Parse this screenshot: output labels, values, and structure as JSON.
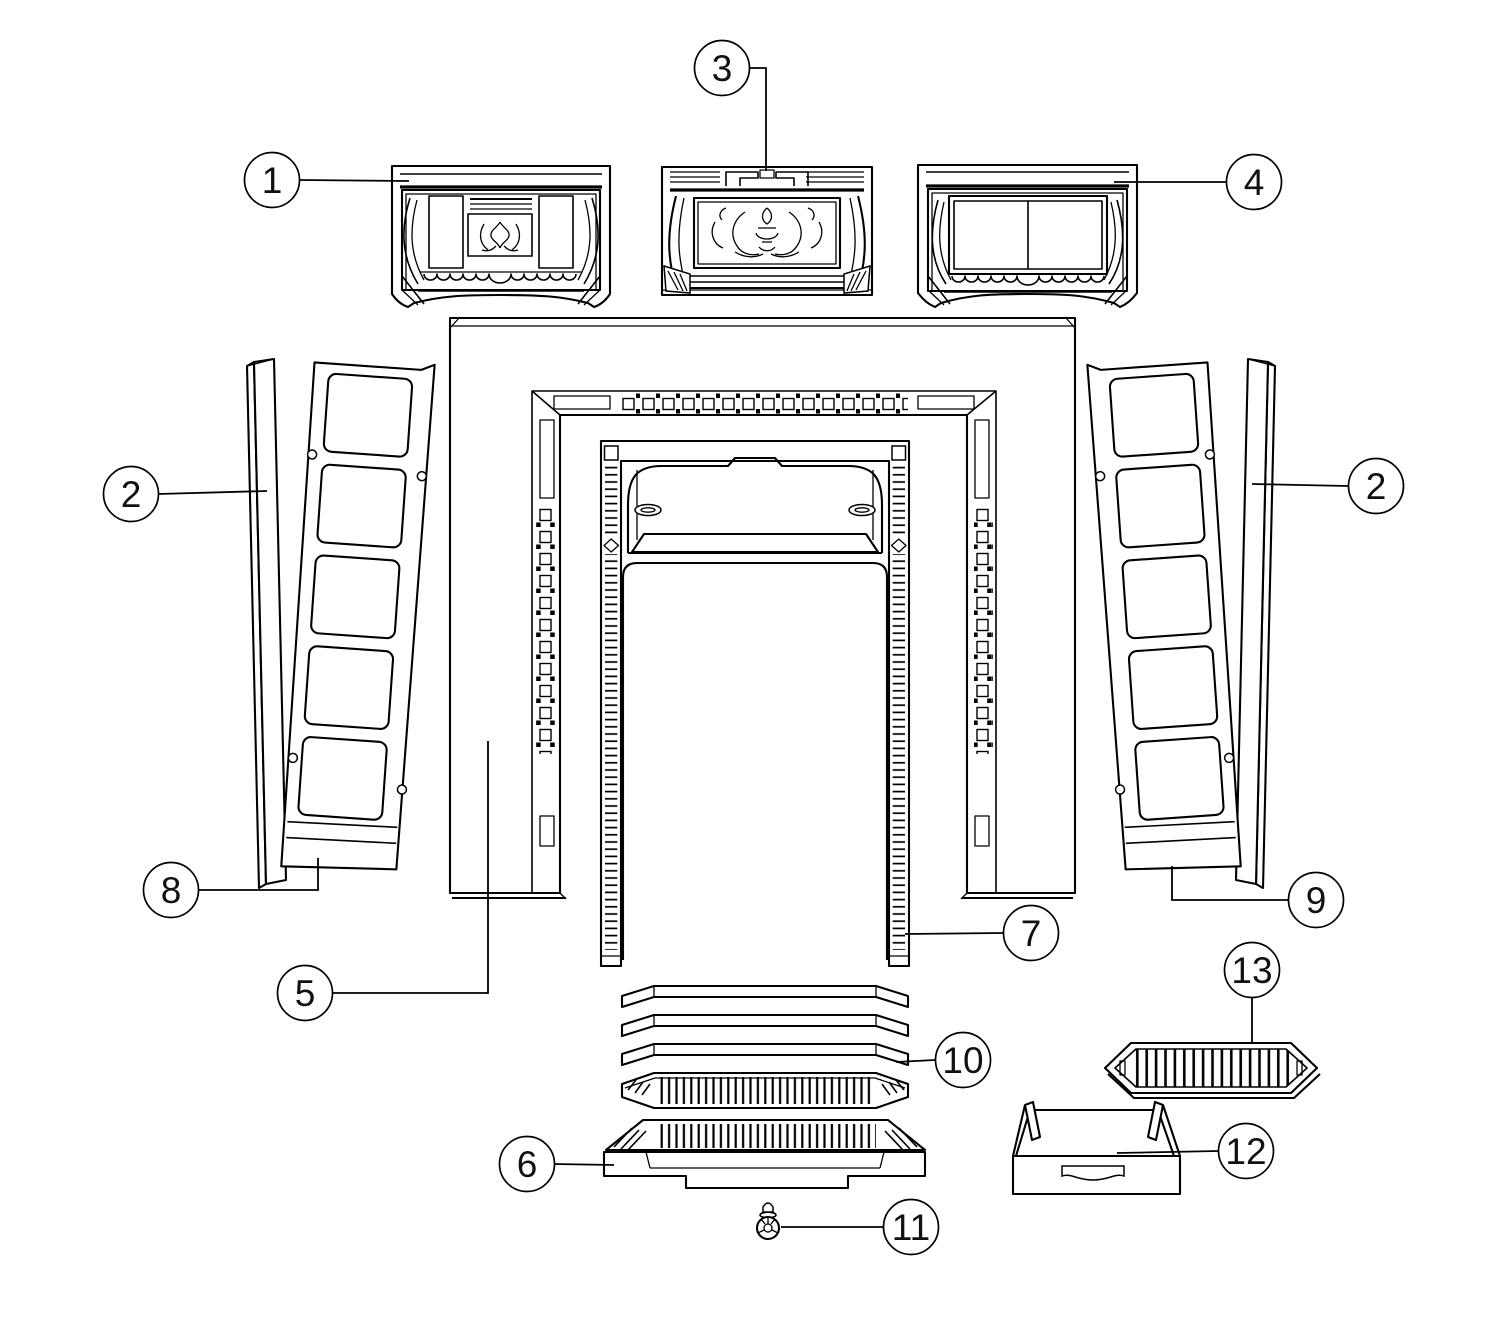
{
  "colors": {
    "background": "#ffffff",
    "panel_fill": "#d8d8d8",
    "line": "#000000"
  },
  "callouts": {
    "c1": {
      "label": "1"
    },
    "c2_left": {
      "label": "2"
    },
    "c2_right": {
      "label": "2"
    },
    "c3": {
      "label": "3"
    },
    "c4": {
      "label": "4"
    },
    "c5": {
      "label": "5"
    },
    "c6": {
      "label": "6"
    },
    "c7": {
      "label": "7"
    },
    "c8": {
      "label": "8"
    },
    "c9": {
      "label": "9"
    },
    "c10": {
      "label": "10"
    },
    "c11": {
      "label": "11"
    },
    "c12": {
      "label": "12"
    },
    "c13": {
      "label": "13"
    }
  }
}
